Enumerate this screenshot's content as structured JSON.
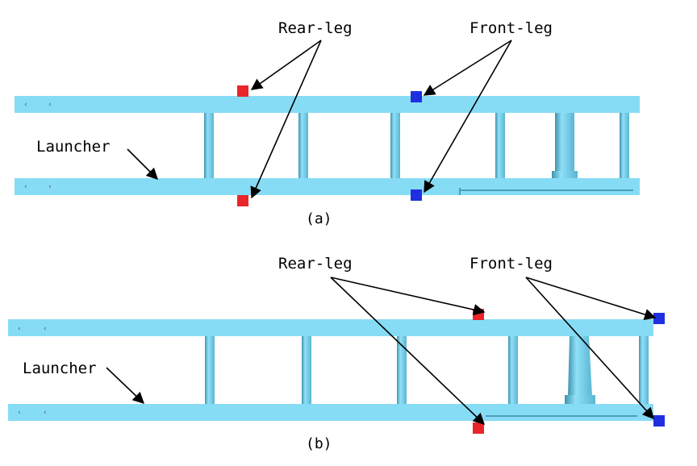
{
  "panel_a": {
    "caption": "(a)",
    "rear_leg_label": "Rear-leg",
    "front_leg_label": "Front-leg",
    "launcher_label": "Launcher"
  },
  "panel_b": {
    "caption": "(b)",
    "rear_leg_label": "Rear-leg",
    "front_leg_label": "Front-leg",
    "launcher_label": "Launcher"
  },
  "colors": {
    "rail": "#87dcf5",
    "rear_leg": "#e8262a",
    "front_leg": "#1f2fe0"
  }
}
